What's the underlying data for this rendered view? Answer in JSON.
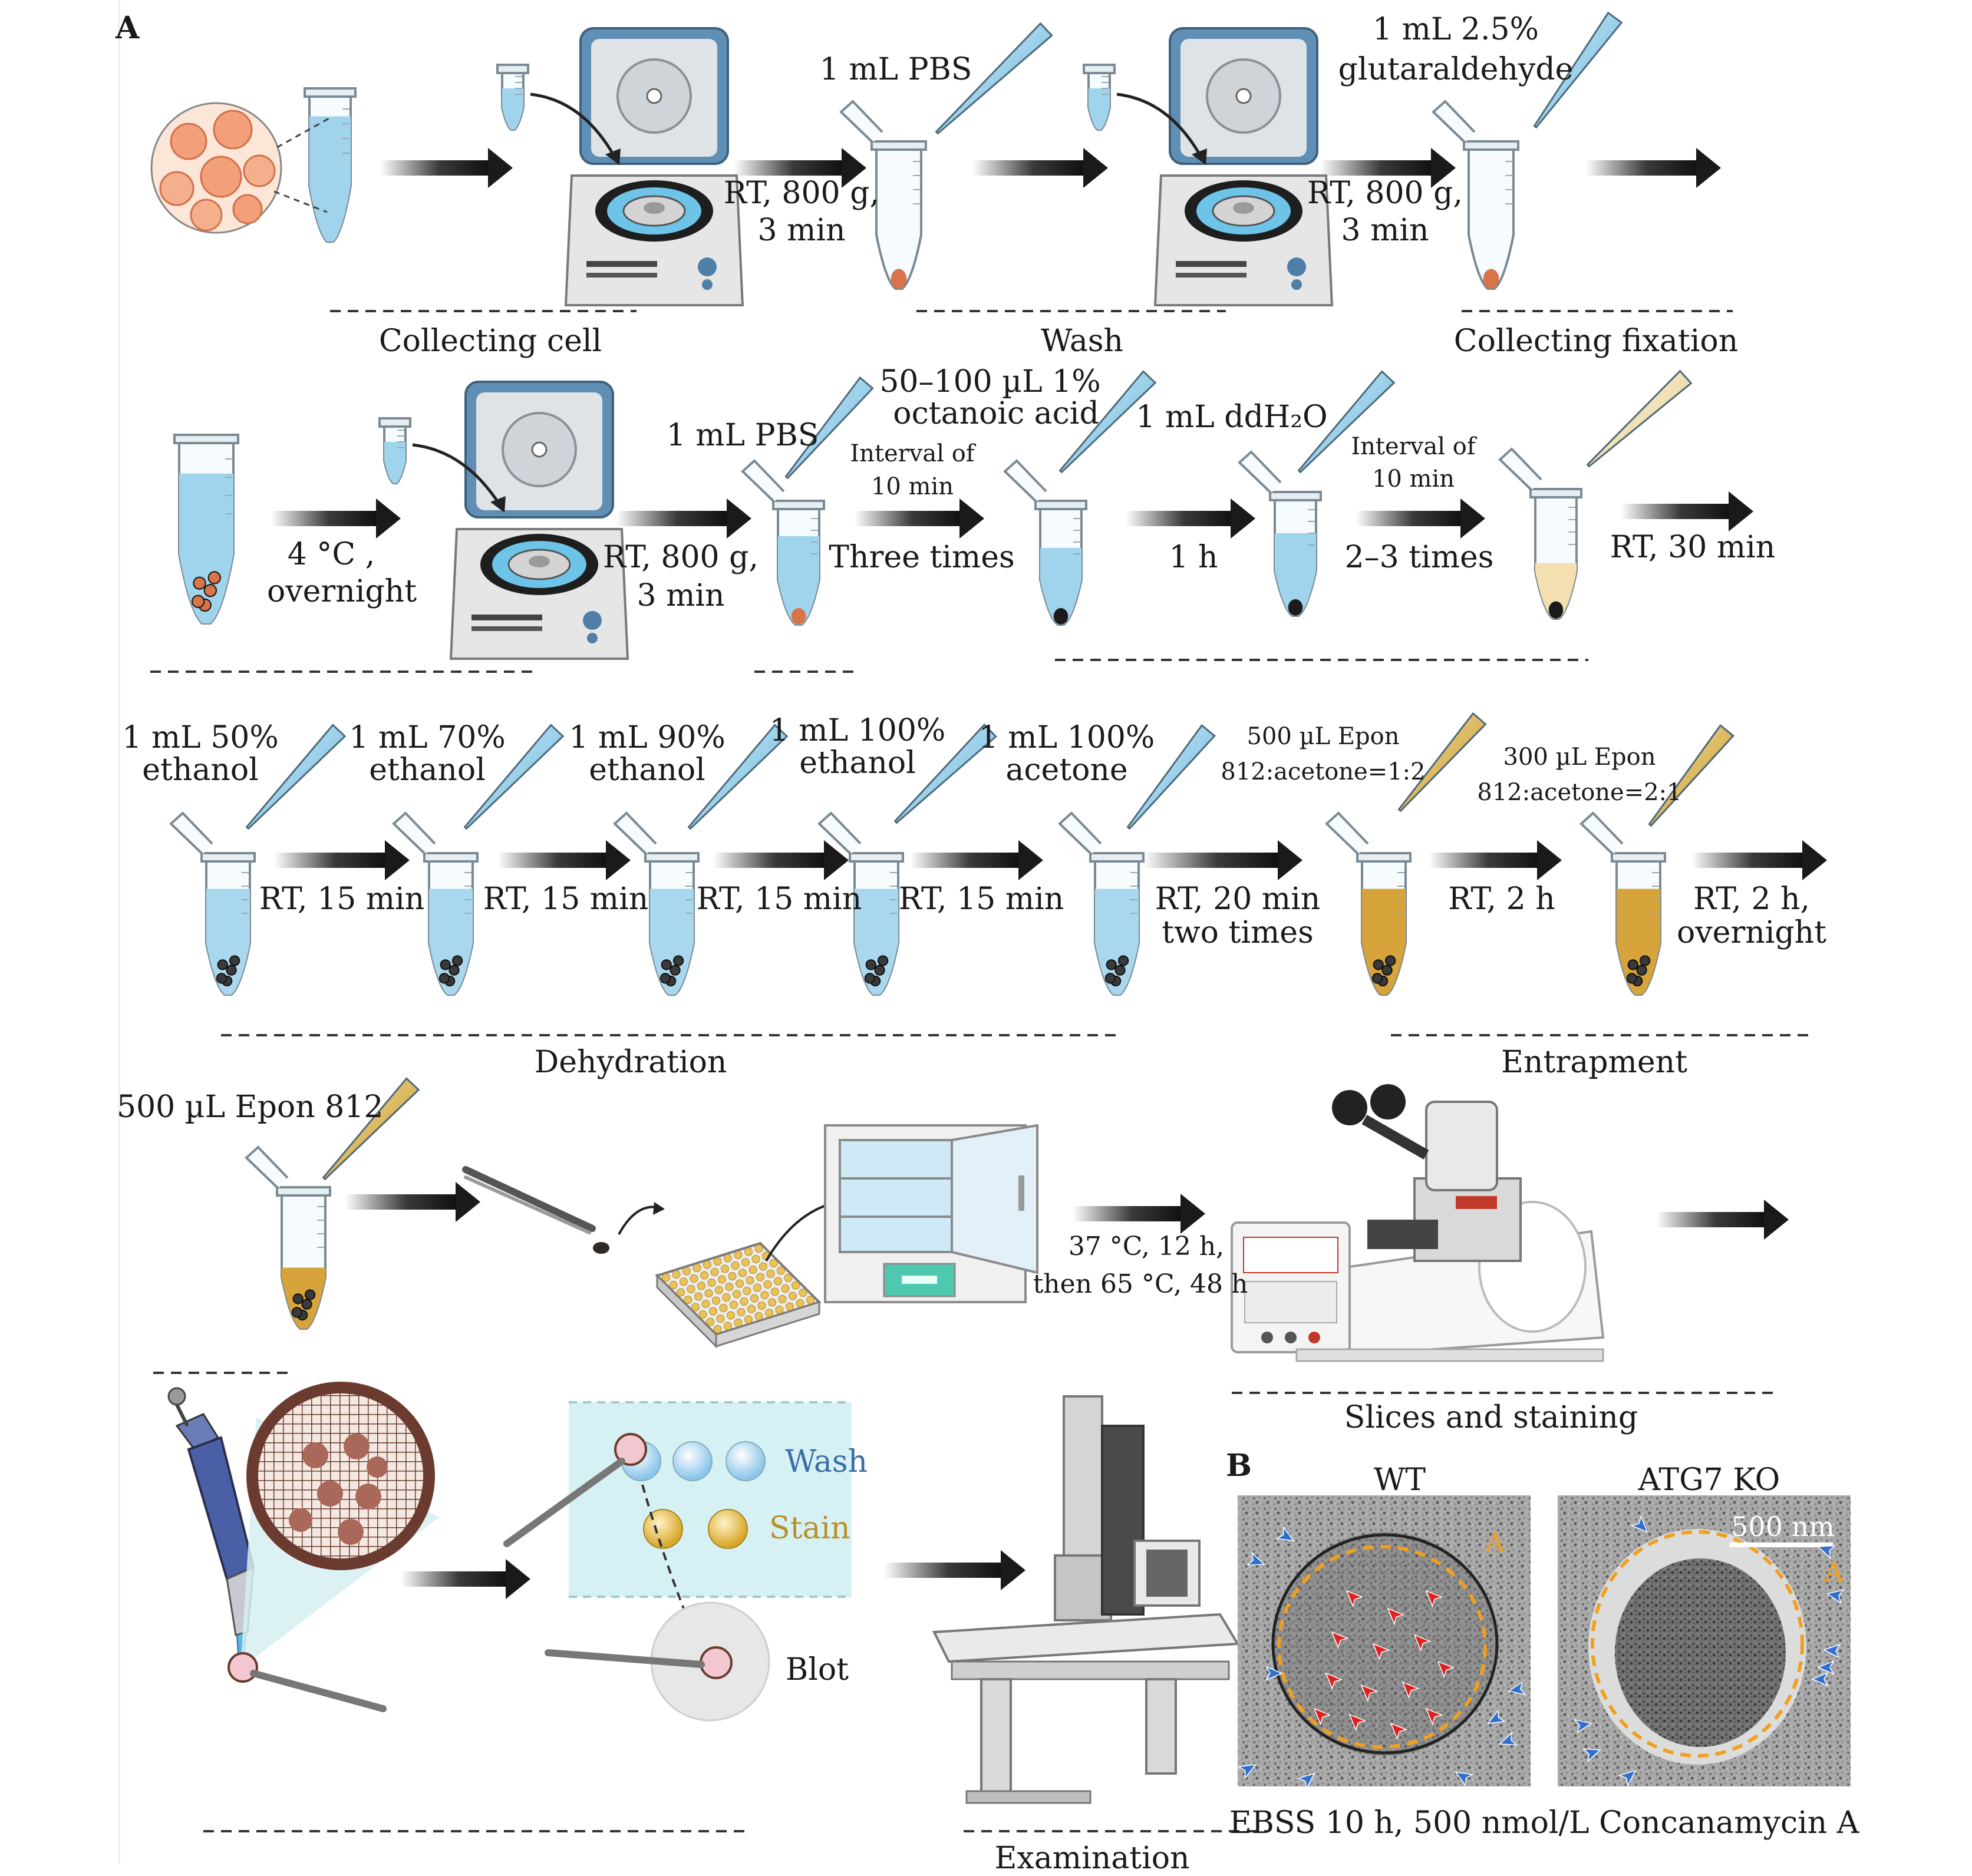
{
  "panel_labels": {
    "a": "A",
    "b": "B"
  },
  "row1": {
    "step1_cond": [
      "RT, 800 g,",
      "3 min"
    ],
    "pbs": "1 mL PBS",
    "step2_cond": [
      "RT, 800 g,",
      "3 min"
    ],
    "glut": [
      "1 mL 2.5%",
      "glutaraldehyde"
    ],
    "sections": [
      "Collecting cell",
      "Wash",
      "Collecting fixation"
    ]
  },
  "row2": {
    "cond1": [
      "4 °C ,",
      "overnight"
    ],
    "cond2": [
      "RT, 800 g,",
      "3 min"
    ],
    "pbs": "1 mL PBS",
    "octanoic": [
      "50–100 µL 1%",
      "octanoic acid"
    ],
    "interval1": [
      "Interval of",
      "10 min"
    ],
    "three_times": "Three times",
    "ddh2o": "1 mL ddH₂O",
    "one_h": "1 h",
    "interval2": [
      "Interval of",
      "10 min"
    ],
    "times23": "2–3 times",
    "rt30": "RT, 30 min"
  },
  "row3": {
    "reagents": [
      [
        "1 mL 50%",
        "ethanol"
      ],
      [
        "1 mL 70%",
        "ethanol"
      ],
      [
        "1 mL 90%",
        "ethanol"
      ],
      [
        "1 mL 100%",
        "ethanol"
      ],
      [
        "1 mL 100%",
        "acetone"
      ],
      [
        "500 µL Epon",
        "812:acetone=1:2"
      ],
      [
        "300 µL Epon",
        "812:acetone=2:1"
      ]
    ],
    "conds": [
      [
        "RT, 15 min"
      ],
      [
        "RT, 15 min"
      ],
      [
        "RT, 15 min"
      ],
      [
        "RT, 15 min"
      ],
      [
        "RT, 20 min",
        "two times"
      ],
      [
        "RT, 2 h"
      ],
      [
        "RT, 2 h,",
        "overnight"
      ]
    ],
    "sections": [
      "Dehydration",
      "Entrapment"
    ]
  },
  "row4": {
    "epon": "500 µL Epon 812",
    "oven": [
      "37 °C, 12 h,",
      "then 65 °C, 48 h"
    ],
    "section": "Slices and staining"
  },
  "row5": {
    "wash": "Wash",
    "stain": "Stain",
    "blot": "Blot",
    "section": "Examination"
  },
  "panel_b": {
    "wt": "WT",
    "ko": "ATG7 KO",
    "scale": "500 nm",
    "a_mark": "A",
    "caption": "EBSS 10 h, 500 nmol/L Concanamycin A"
  },
  "colors": {
    "liquid_blue": "#9fd4ec",
    "pellet": "#d9734a",
    "epon": "#d6a43a",
    "arrow": "#1a1a1a",
    "centrifuge_lid": "#5f8fb5",
    "wash_text": "#3a6ea5",
    "stain_text": "#b8902a",
    "em_arrow_red": "#e02020",
    "em_arrow_blue": "#2f6fd0",
    "em_outline_orange": "#f0a020"
  }
}
